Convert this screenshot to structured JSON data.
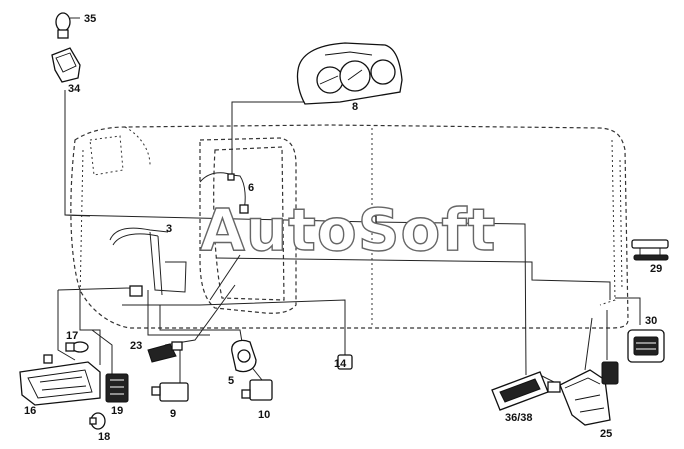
{
  "watermark": "AutoSoft",
  "labels": {
    "n3": "3",
    "n5": "5",
    "n6": "6",
    "n8": "8",
    "n9": "9",
    "n10": "10",
    "n14": "14",
    "n16": "16",
    "n17": "17",
    "n18": "18",
    "n19": "19",
    "n23": "23",
    "n25": "25",
    "n29": "29",
    "n30": "30",
    "n34": "34",
    "n35": "35",
    "n36_38": "36/38"
  }
}
